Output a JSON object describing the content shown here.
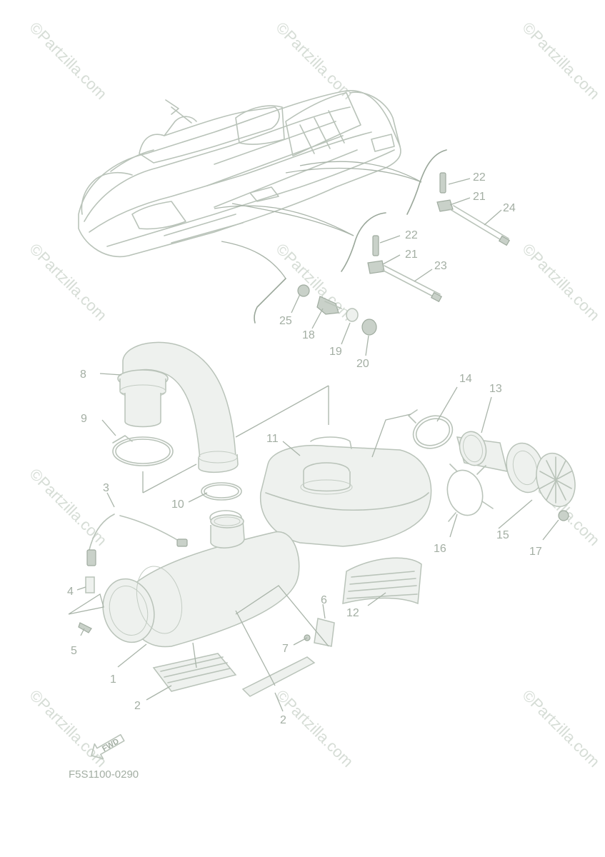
{
  "diagram": {
    "callouts": [
      {
        "id": "c1",
        "label": "1"
      },
      {
        "id": "c2a",
        "label": "2"
      },
      {
        "id": "c2b",
        "label": "2"
      },
      {
        "id": "c3",
        "label": "3"
      },
      {
        "id": "c4",
        "label": "4"
      },
      {
        "id": "c5",
        "label": "5"
      },
      {
        "id": "c6",
        "label": "6"
      },
      {
        "id": "c7",
        "label": "7"
      },
      {
        "id": "c8",
        "label": "8"
      },
      {
        "id": "c9",
        "label": "9"
      },
      {
        "id": "c10",
        "label": "10"
      },
      {
        "id": "c11",
        "label": "11"
      },
      {
        "id": "c12",
        "label": "12"
      },
      {
        "id": "c13",
        "label": "13"
      },
      {
        "id": "c14",
        "label": "14"
      },
      {
        "id": "c15",
        "label": "15"
      },
      {
        "id": "c16",
        "label": "16"
      },
      {
        "id": "c17",
        "label": "17"
      },
      {
        "id": "c18",
        "label": "18"
      },
      {
        "id": "c19",
        "label": "19"
      },
      {
        "id": "c20",
        "label": "20"
      },
      {
        "id": "c21a",
        "label": "21"
      },
      {
        "id": "c21b",
        "label": "21"
      },
      {
        "id": "c22a",
        "label": "22"
      },
      {
        "id": "c22b",
        "label": "22"
      },
      {
        "id": "c23",
        "label": "23"
      },
      {
        "id": "c24",
        "label": "24"
      },
      {
        "id": "c25",
        "label": "25"
      }
    ],
    "direction_label": "FWD",
    "drawing_code": "F5S1100-0290",
    "watermark_text": "©Partzilla.com"
  },
  "colors": {
    "line": "#b9c3b9",
    "label": "#a3aea3",
    "watermark": "#d6ddd6"
  }
}
